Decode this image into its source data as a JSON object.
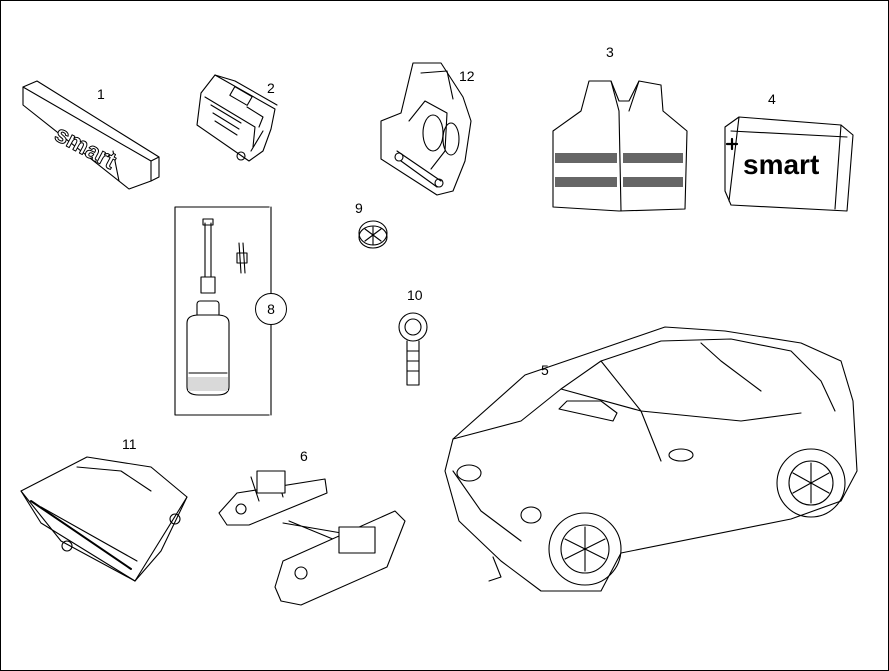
{
  "callouts": {
    "c1": "1",
    "c2": "2",
    "c3": "3",
    "c4": "4",
    "c5": "5",
    "c6": "6",
    "c8": "8",
    "c9": "9",
    "c10": "10",
    "c11": "11",
    "c12": "12"
  },
  "brand_text": {
    "bar": "smart",
    "kit": "smart"
  },
  "colors": {
    "line": "#000000",
    "stripe": "#666666",
    "fill": "#ffffff",
    "shade": "#d9d9d9"
  }
}
